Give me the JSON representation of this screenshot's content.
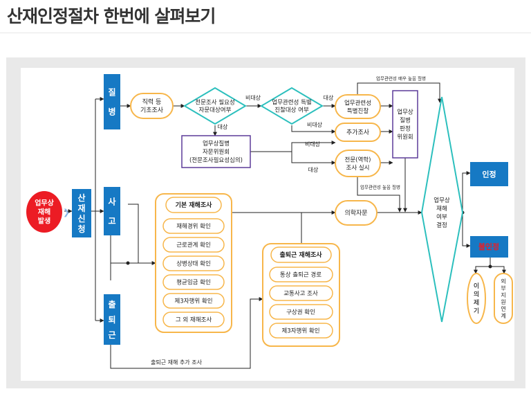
{
  "title": "산재인정절차 한번에 살펴보기",
  "colors": {
    "blue": "#1679c4",
    "red": "#ec1c24",
    "orange": "#f7b64a",
    "teal": "#2bbfbd",
    "purple": "#5b3a99",
    "line": "#222222"
  },
  "labels": {
    "start": [
      "업무상",
      "재해",
      "발생"
    ],
    "apply": "산재신청",
    "disease": [
      "질",
      "병"
    ],
    "accident": [
      "사",
      "고"
    ],
    "commute": [
      "출",
      "퇴",
      "근"
    ],
    "job_check": [
      "직력 등",
      "기초조사"
    ],
    "expert_q": [
      "전문조사 필요성",
      "자문대상여부"
    ],
    "relevance_q": [
      "업무관련성 특별",
      "진찰대상 여부"
    ],
    "special_exam": [
      "업무관련성",
      "특별진찰"
    ],
    "extra_survey": "추가조사",
    "expert_survey": [
      "전문(역학)",
      "조사 실시"
    ],
    "committee_advice": [
      "업무상질병",
      "자문위원회",
      "(전문조사필요성심의)"
    ],
    "judgment_committee": [
      "업무상",
      "질병",
      "판정",
      "위원회"
    ],
    "medical_advice": "의학자문",
    "decision": [
      "업무상",
      "재해",
      "여부",
      "결정"
    ],
    "approved": "인정",
    "rejected": "불인정",
    "objection": [
      "이",
      "의",
      "제",
      "기"
    ],
    "external_support": [
      "외",
      "부",
      "지",
      "원",
      "연",
      "계"
    ],
    "basic_survey_title": "기본 재해조사",
    "basic_survey_items": [
      "재해경위 확인",
      "근로관계 확인",
      "상병상태 확인",
      "평균임금 확인",
      "제3자행위 확인",
      "그 외 재해조사"
    ],
    "commute_survey_title": "출퇴근 재해조사",
    "commute_survey_items": [
      "통상 출퇴근 경로",
      "교통사고 조사",
      "구상권 확인",
      "제3자행위 확인"
    ],
    "edge_non_target": "비대상",
    "edge_target": "대상",
    "edge_high": "업무관련성 매우 높음 질병",
    "edge_high2": "업무관련성 높음 질병",
    "edge_commute_extra": "출퇴근 재해 추가 조사"
  }
}
